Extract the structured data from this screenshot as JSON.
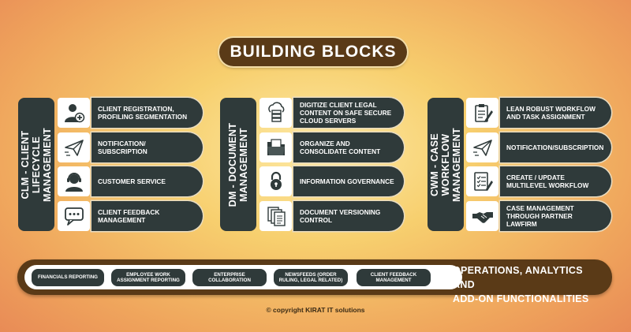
{
  "title": "BUILDING BLOCKS",
  "groups": [
    {
      "spine": "CLM - CLIENT LIFECYCLE MANAGEMENT",
      "items": [
        {
          "label": "CLIENT REGISTRATION, PROFILING SEGMENTATION",
          "icon": "user-add-icon"
        },
        {
          "label": "NOTIFICATION/ SUBSCRIPTION",
          "icon": "paper-plane-icon"
        },
        {
          "label": "CUSTOMER SERVICE",
          "icon": "headset-agent-icon"
        },
        {
          "label": "CLIENT FEEDBACK MANAGEMENT",
          "icon": "chat-bubble-icon"
        }
      ]
    },
    {
      "spine": "DM - DOCUMENT MANAGEMENT",
      "items": [
        {
          "label": "DIGITIZE CLIENT LEGAL CONTENT ON SAFE SECURE CLOUD SERVERS",
          "icon": "cloud-server-icon"
        },
        {
          "label": "ORGANIZE AND CONSOLIDATE CONTENT",
          "icon": "folder-icon"
        },
        {
          "label": "INFORMATION GOVERNANCE",
          "icon": "padlock-icon"
        },
        {
          "label": "DOCUMENT VERSIONING CONTROL",
          "icon": "documents-icon"
        }
      ]
    },
    {
      "spine": "CWM - CASE WORKFLOW MANAGEMENT",
      "items": [
        {
          "label": "LEAN ROBUST WORKFLOW AND TASK ASSIGNMENT",
          "icon": "clipboard-icon"
        },
        {
          "label": "NOTIFICATION/SUBSCRIPTION",
          "icon": "paper-plane-icon"
        },
        {
          "label": "CREATE / UPDATE MULTILEVEL WORKFLOW",
          "icon": "checklist-icon"
        },
        {
          "label": "CASE MANAGEMENT THROUGH PARTNER LAWFIRM",
          "icon": "handshake-icon"
        }
      ]
    }
  ],
  "operations": {
    "title_line1": "OPERATIONS, ANALYTICS AND",
    "title_line2": "ADD-ON FUNCTIONALITIES",
    "chips": [
      "Financials Reporting",
      "Employee Work Assignment Reporting",
      "Enterprise Collaboration",
      "Newsfeeds (Order Ruling, Legal Related)",
      "Client Feedback Management"
    ]
  },
  "copyright": "© copyright KIRAT IT solutions",
  "colors": {
    "dark_slate": "#2f3a3a",
    "brown": "#5a3a17"
  }
}
